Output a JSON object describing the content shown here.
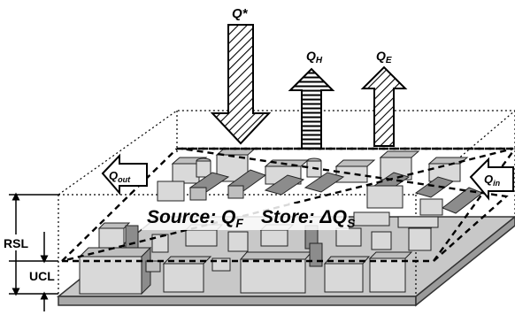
{
  "fluxes": {
    "q_star": "Q*",
    "q_h": "Q",
    "q_h_sub": "H",
    "q_e": "Q",
    "q_e_sub": "E",
    "q_out": "Q",
    "q_out_sub": "out",
    "q_in": "Q",
    "q_in_sub": "in"
  },
  "center": {
    "source_label": "Source: Q",
    "source_sub": "F",
    "store_label": "Store: ΔQ",
    "store_sub": "S"
  },
  "layers": {
    "rsl": "RSL",
    "ucl": "UCL"
  },
  "colors": {
    "building_light": "#d9d9d9",
    "building_dark": "#8c8c8c",
    "building_roof": "#bfbfbf",
    "ground": "#c8c8c8"
  }
}
